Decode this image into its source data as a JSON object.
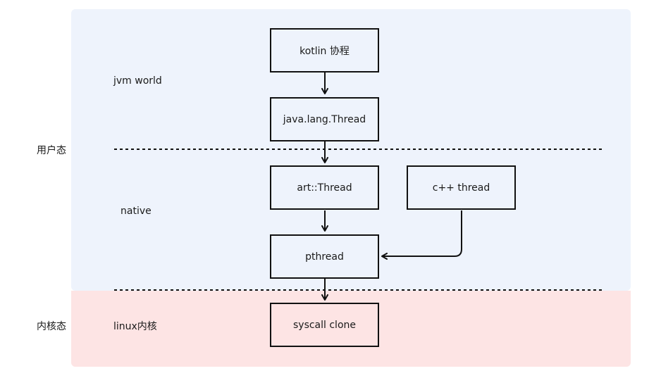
{
  "colors": {
    "user_space_bg": "#eef3fc",
    "kernel_space_bg": "#fde4e4",
    "node_border": "#111111",
    "node_fill": "#eef3fc",
    "kernel_node_fill": "#fde4e4",
    "line": "#111111"
  },
  "layers": {
    "user_space": "用户态",
    "kernel_space": "内核态"
  },
  "sections": {
    "jvm_world": "jvm world",
    "native": "native",
    "linux_kernel": "linux内核"
  },
  "nodes": {
    "kotlin_coroutine": "kotlin 协程",
    "java_thread": "java.lang.Thread",
    "art_thread": "art::Thread",
    "cpp_thread": "c++ thread",
    "pthread": "pthread",
    "syscall_clone": "syscall clone"
  }
}
